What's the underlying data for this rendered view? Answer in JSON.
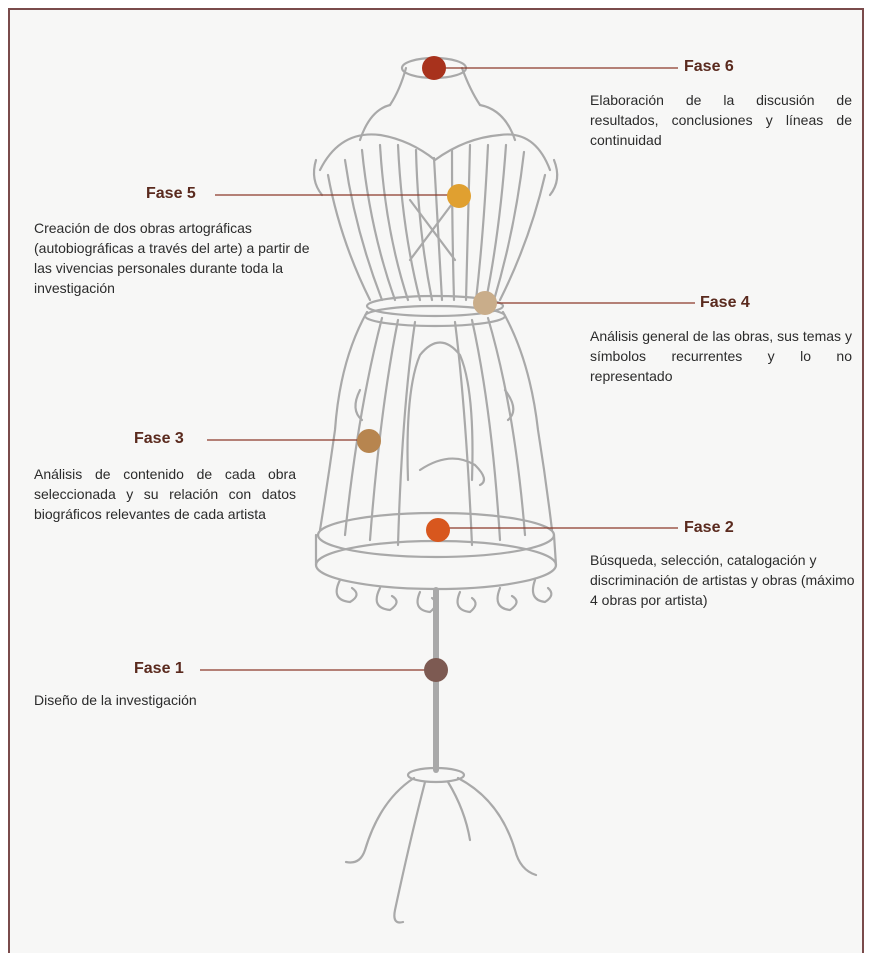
{
  "phases": [
    {
      "id": "fase6",
      "label": "Fase 6",
      "color": "#a8321c",
      "description": "Elaboración de la discusión de resultados, conclusiones y líneas de continuidad"
    },
    {
      "id": "fase5",
      "label": "Fase 5",
      "color": "#e0a030",
      "description": "Creación de dos obras artográficas (autobiográficas a través del arte) a partir de las vivencias personales durante toda la investigación"
    },
    {
      "id": "fase4",
      "label": "Fase 4",
      "color": "#c9ad8a",
      "description": "Análisis general de las obras, sus temas y símbolos recurrentes y lo no representado"
    },
    {
      "id": "fase3",
      "label": "Fase 3",
      "color": "#b7854f",
      "description": "Análisis de contenido de cada obra seleccionada y su relación con datos biográficos relevantes de cada artista"
    },
    {
      "id": "fase2",
      "label": "Fase 2",
      "color": "#d8571e",
      "description": "Búsqueda, selección, catalogación y discriminación de artistas y obras (máximo 4 obras por artista)"
    },
    {
      "id": "fase1",
      "label": "Fase 1",
      "color": "#7d5a52",
      "description": "Diseño de la investigación"
    }
  ],
  "colors": {
    "frame_border": "#7a4b4b",
    "wire": "#a9a9a9",
    "connector": "#8b3a2a",
    "label_text": "#5a2a1e"
  },
  "icons": {
    "figure": "wire-dress-form-mannequin"
  }
}
